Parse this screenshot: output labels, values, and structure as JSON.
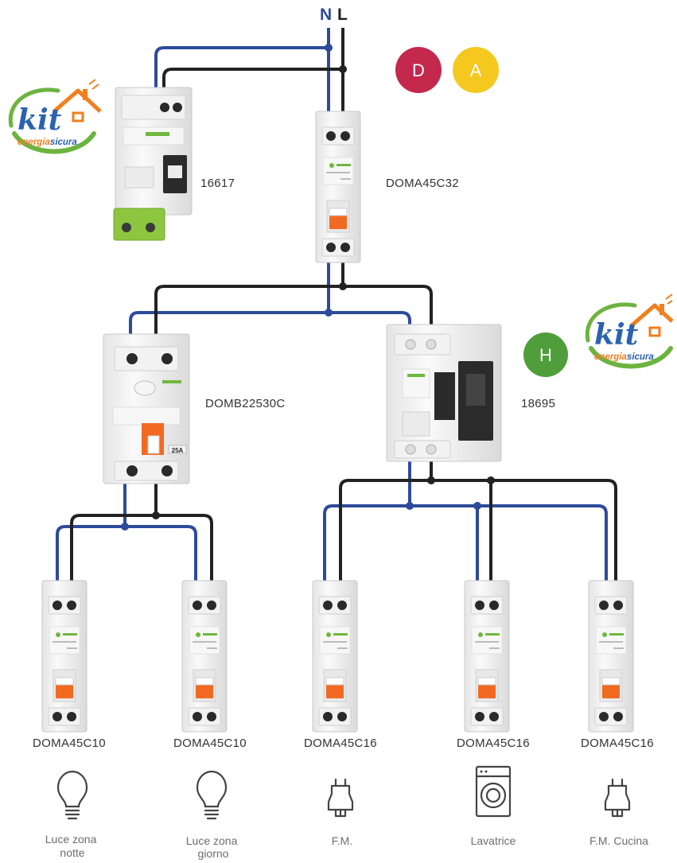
{
  "supply": {
    "neutral": "N",
    "live": "L"
  },
  "badges": [
    {
      "letter": "D",
      "color": "#c4284c"
    },
    {
      "letter": "A",
      "color": "#f4c81e"
    },
    {
      "letter": "H",
      "color": "#4f9e3b"
    }
  ],
  "logo": {
    "kit": "kit",
    "energia": "energia",
    "sicura": "sicura"
  },
  "devices": {
    "main_rcbo": "16617",
    "main_breaker": "DOMA45C32",
    "rcd_lights": "DOMB22530C",
    "rcbo_sockets": "18695",
    "rcd_rating_text": "25A"
  },
  "circuits": [
    {
      "code": "DOMA45C10",
      "icon": "light-bulb-icon",
      "caption_lines": [
        "Luce zona",
        "notte"
      ]
    },
    {
      "code": "DOMA45C10",
      "icon": "light-bulb-icon",
      "caption_lines": [
        "Luce zona",
        "giorno"
      ]
    },
    {
      "code": "DOMA45C16",
      "icon": "plug-icon",
      "caption_lines": [
        "F.M."
      ]
    },
    {
      "code": "DOMA45C16",
      "icon": "washing-machine-icon",
      "caption_lines": [
        "Lavatrice"
      ]
    },
    {
      "code": "DOMA45C16",
      "icon": "plug-icon",
      "caption_lines": [
        "F.M. Cucina"
      ]
    }
  ],
  "colors": {
    "neutral_wire": "#2d4b9a",
    "live_wire": "#222222",
    "terminal_orange": "#f26a21",
    "green_terminal": "#8dc63f"
  }
}
